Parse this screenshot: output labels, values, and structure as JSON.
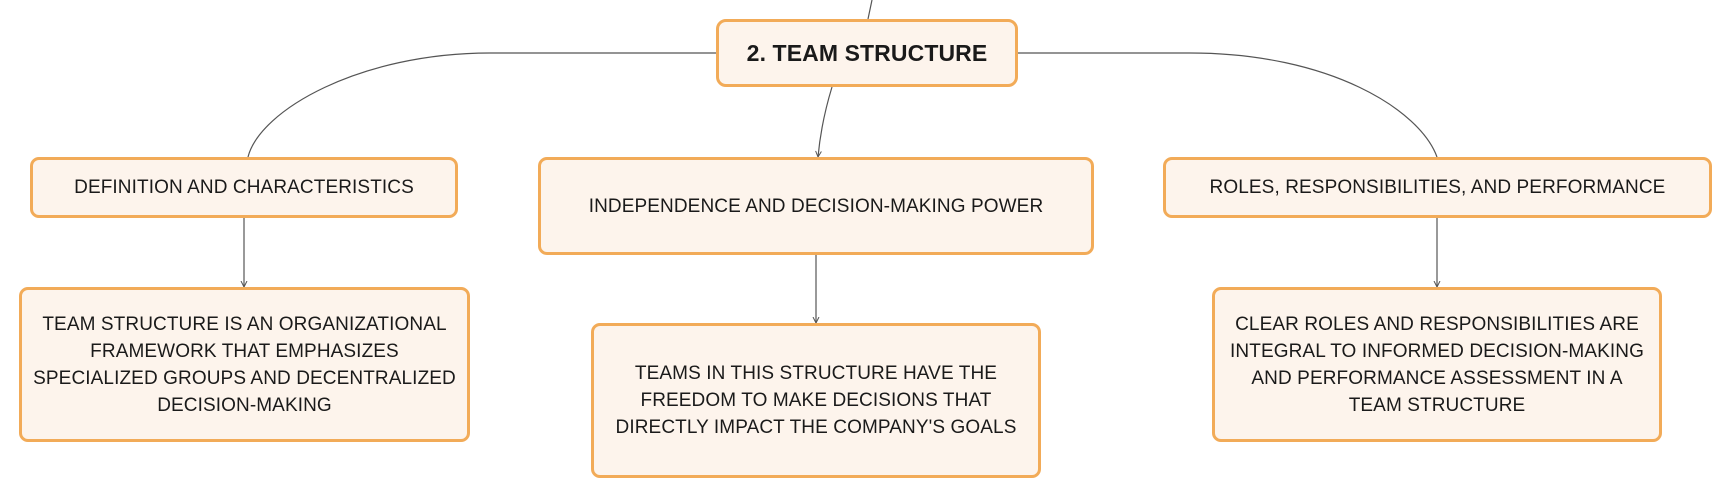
{
  "diagram": {
    "root": {
      "label": "2. TEAM STRUCTURE"
    },
    "branches": [
      {
        "label": "DEFINITION AND CHARACTERISTICS",
        "detail": "TEAM STRUCTURE IS AN ORGANIZATIONAL FRAMEWORK THAT EMPHASIZES SPECIALIZED GROUPS AND DECENTRALIZED DECISION-MAKING"
      },
      {
        "label": "INDEPENDENCE AND DECISION-MAKING POWER",
        "detail": "TEAMS IN THIS STRUCTURE HAVE THE FREEDOM TO MAKE DECISIONS THAT DIRECTLY IMPACT THE COMPANY'S GOALS"
      },
      {
        "label": "ROLES, RESPONSIBILITIES, AND PERFORMANCE",
        "detail": "CLEAR ROLES AND RESPONSIBILITIES ARE INTEGRAL TO INFORMED DECISION-MAKING AND PERFORMANCE ASSESSMENT IN A TEAM STRUCTURE"
      }
    ],
    "colors": {
      "node_fill": "#fdf4ec",
      "node_border": "#f2ab58",
      "connector": "#555555"
    }
  }
}
